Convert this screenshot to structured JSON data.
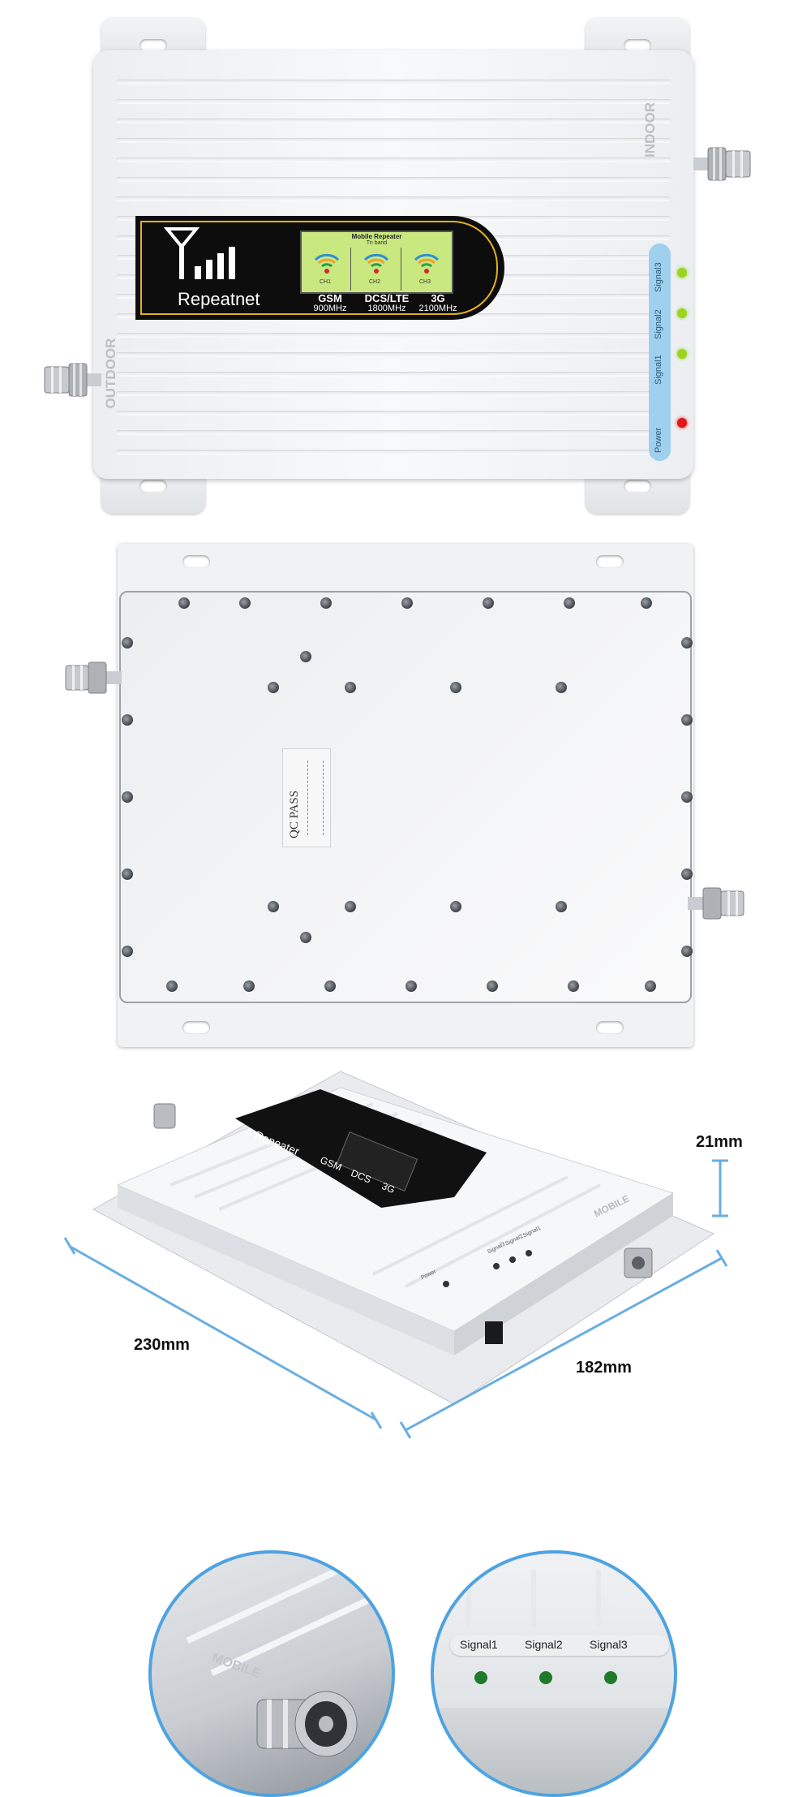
{
  "top_view": {
    "brand": "Repeatnet",
    "screen_header": "Mobile Repeater",
    "screen_subheader": "Tri band",
    "channel_codes": [
      "CH1",
      "CH2",
      "CH3"
    ],
    "bands": [
      {
        "name": "GSM",
        "freq": "900MHz"
      },
      {
        "name": "DCS/LTE",
        "freq": "1800MHz"
      },
      {
        "name": "3G",
        "freq": "2100MHz"
      }
    ],
    "port_outdoor": "OUTDOOR",
    "port_indoor": "INDOOR",
    "indicators": [
      "Signal3",
      "Signal2",
      "Signal1",
      "Power"
    ],
    "colors": {
      "signal_led": "#9ad51f",
      "power_led": "#e01818",
      "label_panel": "#9fd0ee"
    }
  },
  "bottom_view": {
    "sticker": "QC PASS"
  },
  "angle_view": {
    "brand": "Repeater",
    "bands": [
      "GSM",
      "DCS",
      "3G"
    ],
    "port_mobile": "MOBILE",
    "indicators": [
      "Power",
      "Signal3",
      "Signal2",
      "Signal1"
    ],
    "dim_height": "21mm",
    "dim_length": "230mm",
    "dim_width": "182mm"
  },
  "closeups": {
    "left_label": "MOBILE",
    "right_labels": [
      "Signal1",
      "Signal2",
      "Signal3"
    ],
    "colors": {
      "ring": "#4ea3e0",
      "led": "#1f7a2a"
    }
  }
}
